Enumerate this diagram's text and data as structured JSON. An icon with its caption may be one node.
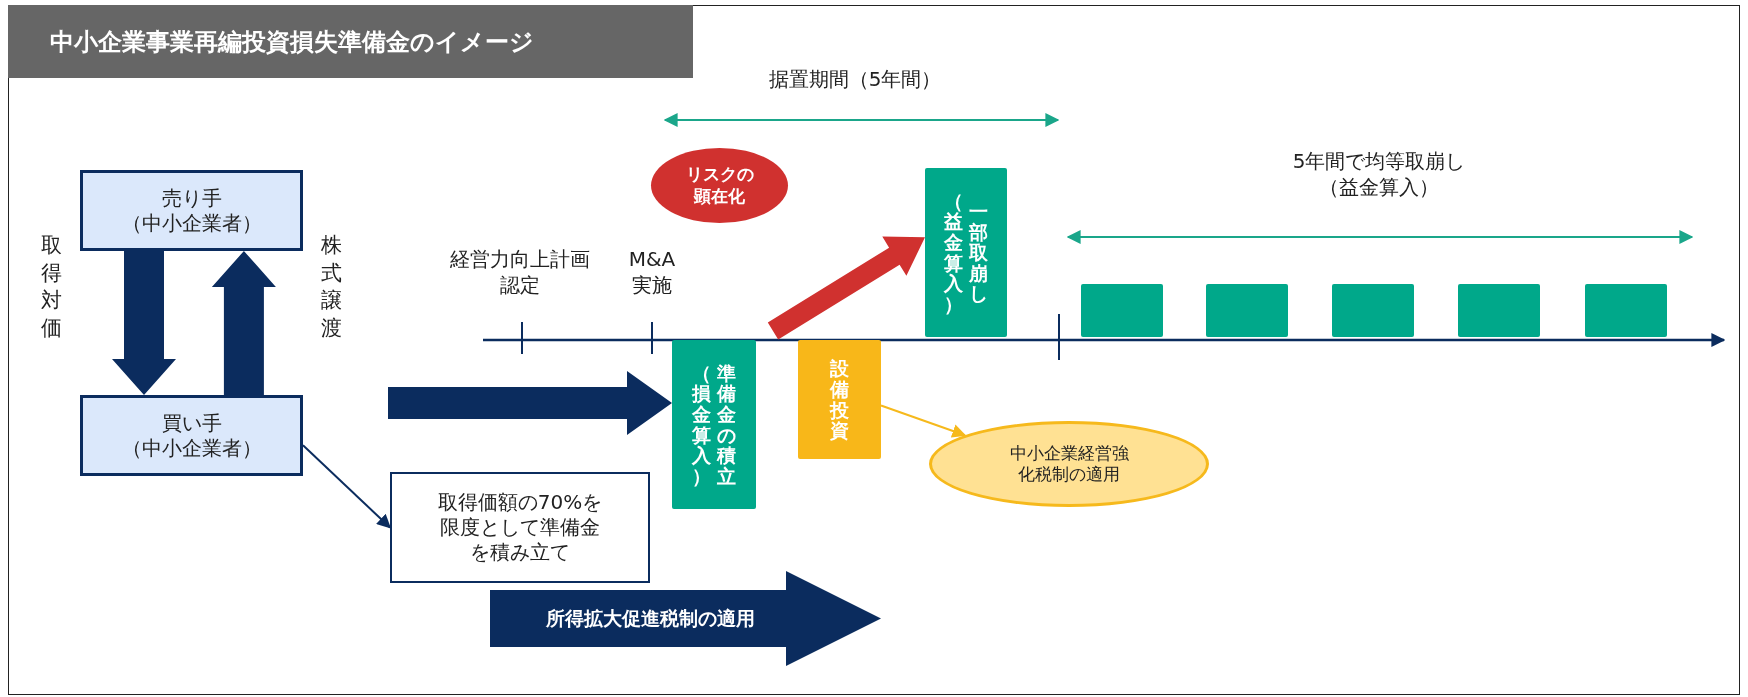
{
  "diagram": {
    "title": "中小企業事業再編投資損失準備金のイメージ",
    "nodes": [
      {
        "text": [
          "売り手（中小企業者）"
        ]
      },
      {
        "text": [
          "買い手（中小企業者）"
        ]
      },
      {
        "text": [
          "取得価額の70%を限度として準備金を積み立て"
        ]
      },
      {
        "text": [
          "リスクの顕在化"
        ]
      },
      {
        "text": [
          "（損金算入）",
          "準備金の積立"
        ]
      },
      {
        "text": [
          "設備投資"
        ]
      },
      {
        "text": [
          "（益金算入）",
          "一部取崩し"
        ]
      },
      {
        "text": [],
        "shape": "box"
      },
      {
        "text": [],
        "shape": "box"
      },
      {
        "text": [],
        "shape": "box"
      },
      {
        "text": [],
        "shape": "box"
      },
      {
        "text": [],
        "shape": "box"
      },
      {
        "text": [
          "中小企業経営強化税制の適用"
        ]
      },
      {
        "text": [
          "所得拡大促進税制の適用"
        ]
      }
    ],
    "edges": [
      {
        "from": 0,
        "to": 1,
        "arrow": "to",
        "style": "thick"
      },
      {
        "from": 1,
        "to": 0,
        "arrow": "to",
        "style": "thick"
      },
      {
        "from": 1,
        "to": 2,
        "arrow": "to"
      },
      {
        "from": null,
        "to": 4,
        "arrow": "to",
        "style": "thick"
      },
      {
        "from": null,
        "to": 6,
        "arrow": "to",
        "style": "thick",
        "color": "#d0312f"
      },
      {
        "from": 5,
        "to": 12,
        "arrow": "to",
        "color": "#f6b91c"
      }
    ],
    "labels": [
      "据置期間（5年間）",
      "5年間で均等取崩し（益金算入）",
      "取得対価",
      "株式譲渡",
      "経営力向上計画認定",
      "M&A実施"
    ]
  }
}
